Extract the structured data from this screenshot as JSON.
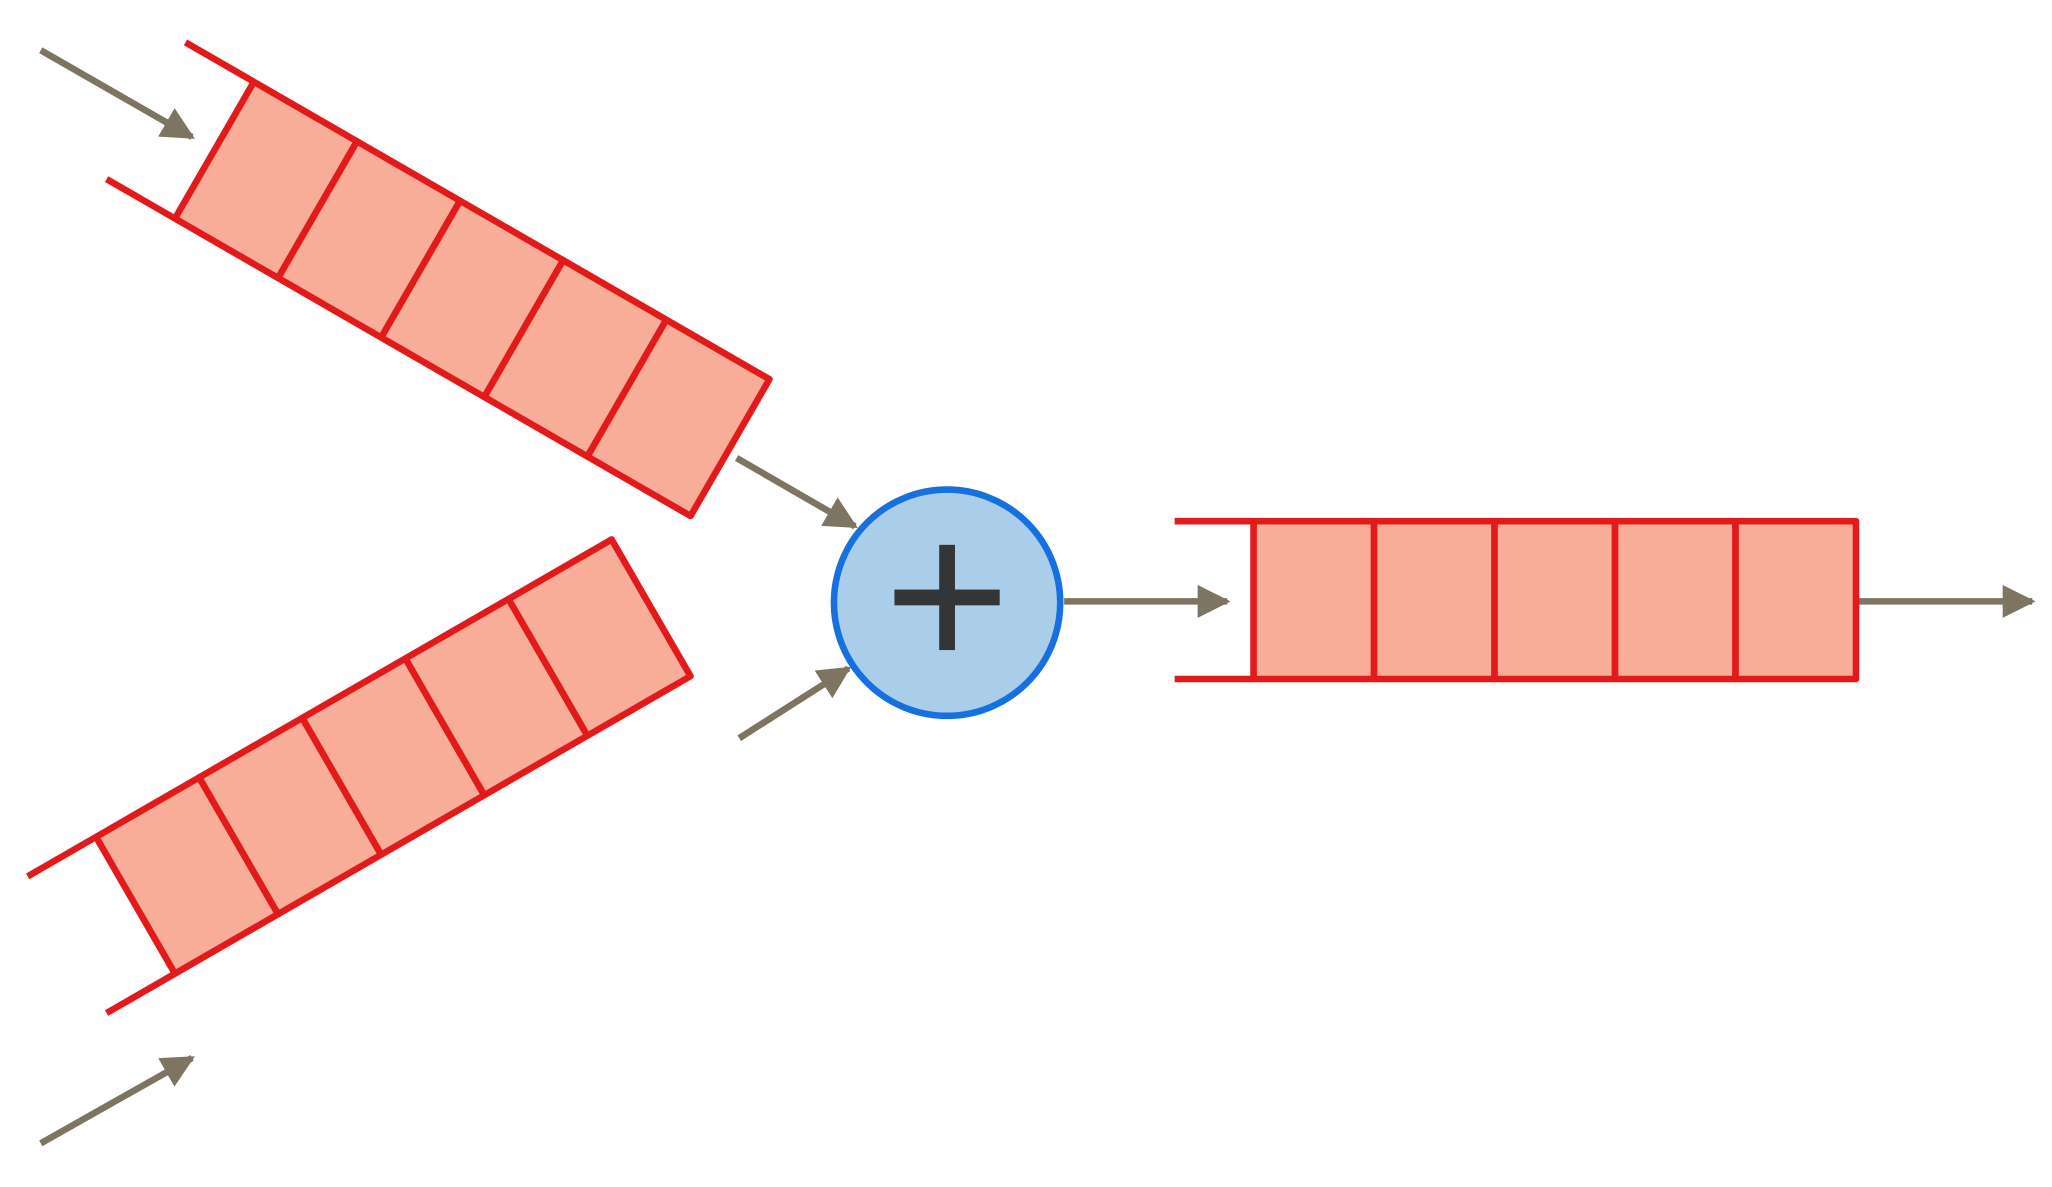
{
  "diagram": {
    "kind": "queue-merge",
    "operator_symbol": "+",
    "queues": [
      {
        "id": "input-top",
        "cells": 5
      },
      {
        "id": "input-bottom",
        "cells": 5
      },
      {
        "id": "output",
        "cells": 5
      }
    ],
    "colors": {
      "cell_fill": "#f7ad97",
      "cell_stroke": "#e31a1c",
      "arrow": "#7d7461",
      "operator_fill": "#aacde9",
      "operator_stroke": "#1670e0",
      "operator_symbol": "#333536"
    }
  }
}
